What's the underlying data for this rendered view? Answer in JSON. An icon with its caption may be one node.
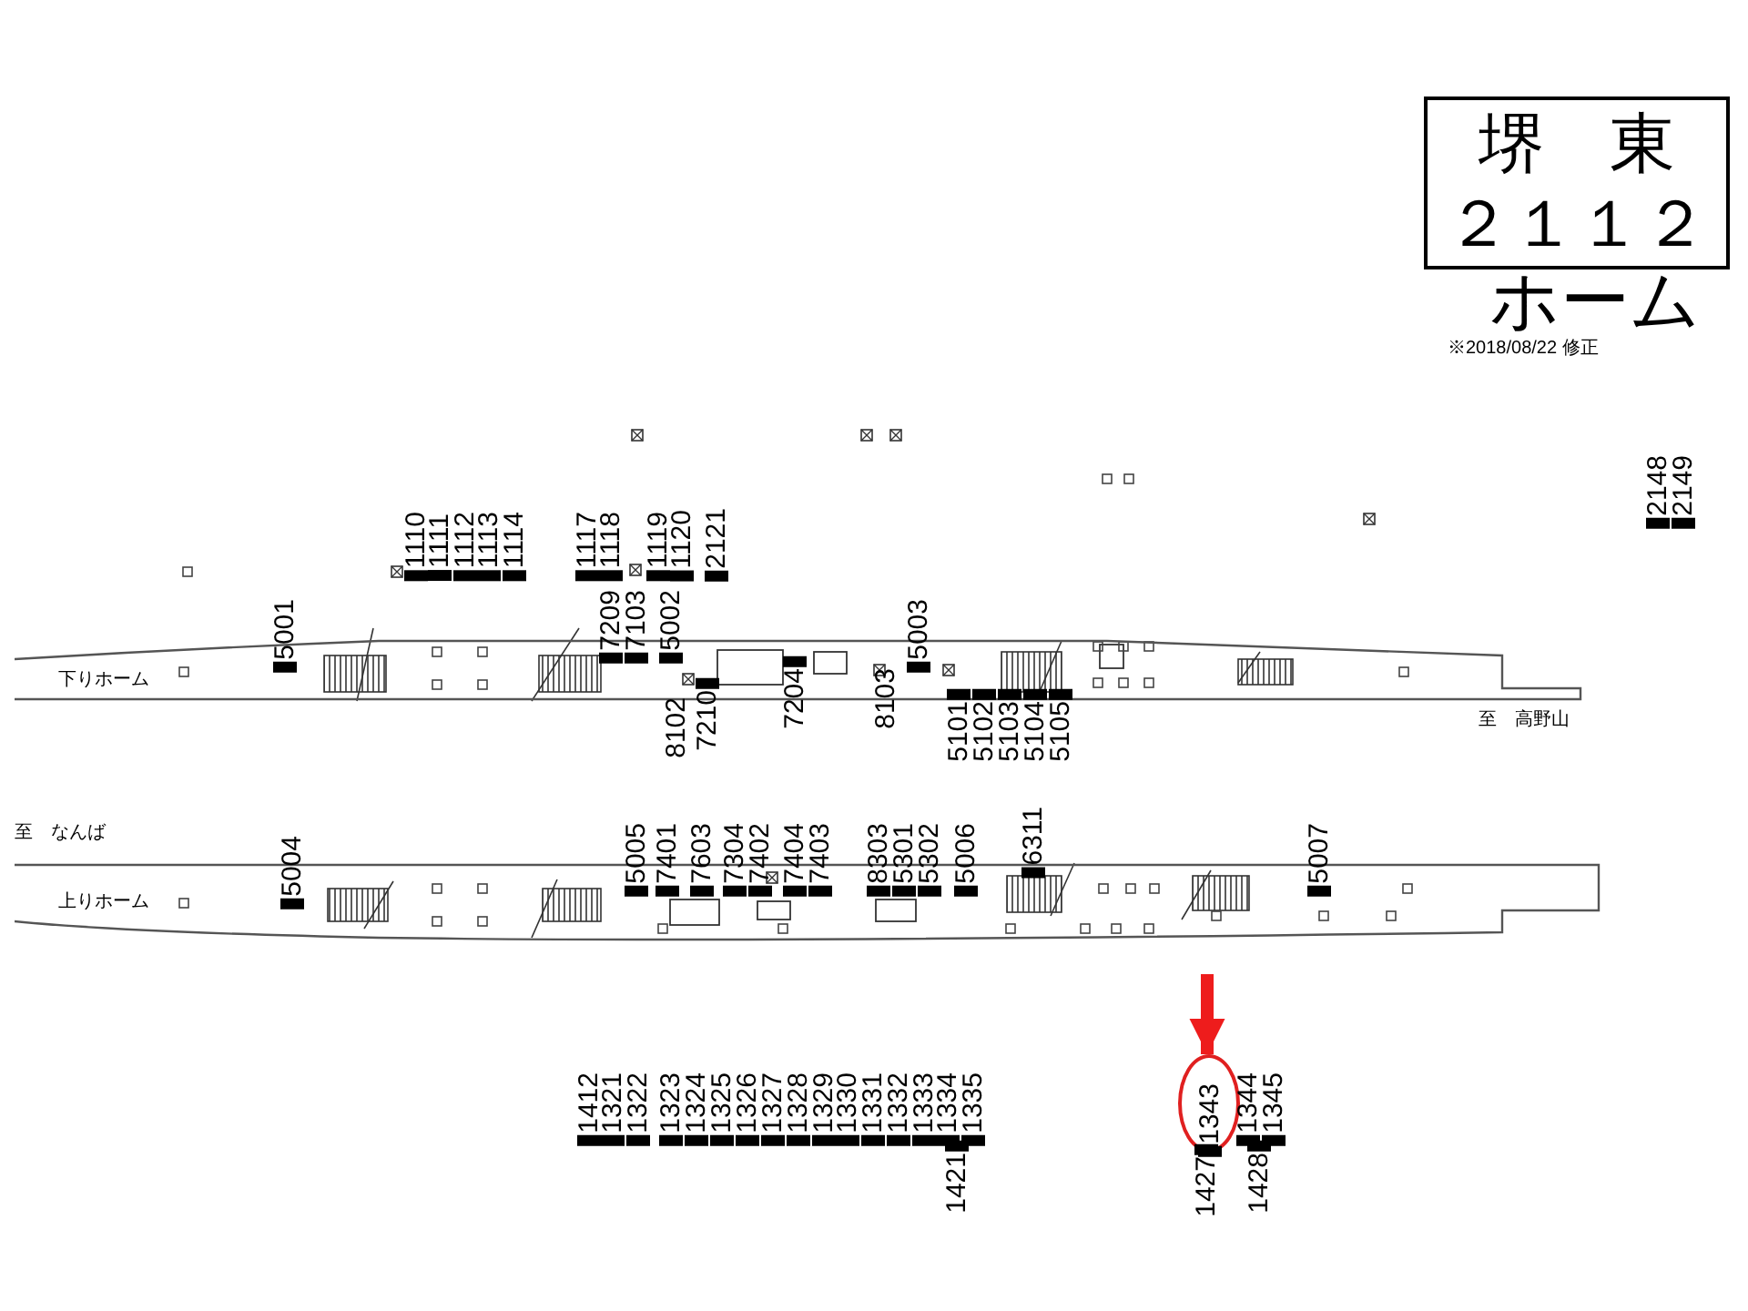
{
  "diagram": {
    "nodes": [
      {
        "text": [
          "堺　東",
          "２１１２"
        ]
      },
      {
        "text": [
          "下りホーム"
        ]
      },
      {
        "text": [
          "上りホーム"
        ]
      },
      {
        "text": [
          "1343"
        ]
      }
    ],
    "edges": [
      {
        "from": null,
        "to": 3,
        "arrow": "to",
        "color": "#ee1c1c"
      }
    ],
    "labels": [
      "ホーム",
      "※2018/08/22 修正",
      "2148",
      "2149",
      "1110",
      "1111",
      "1112",
      "1113",
      "1114",
      "1117",
      "1118",
      "1119",
      "1120",
      "2121",
      "5001",
      "7209",
      "7103",
      "5002",
      "5003",
      "8102",
      "7210",
      "7204",
      "8103",
      "5101",
      "5102",
      "5103",
      "5104",
      "5105",
      "至　高野山",
      "至　なんば",
      "5004",
      "5005",
      "7401",
      "7603",
      "7304",
      "7402",
      "7404",
      "7403",
      "8303",
      "5301",
      "5302",
      "5006",
      "6311",
      "5007",
      "1412",
      "1321",
      "1322",
      "1323",
      "1324",
      "1325",
      "1326",
      "1327",
      "1328",
      "1329",
      "1330",
      "1331",
      "1332",
      "1333",
      "1334",
      "1335",
      "1421",
      "1344",
      "1345",
      "1427",
      "1428"
    ]
  }
}
